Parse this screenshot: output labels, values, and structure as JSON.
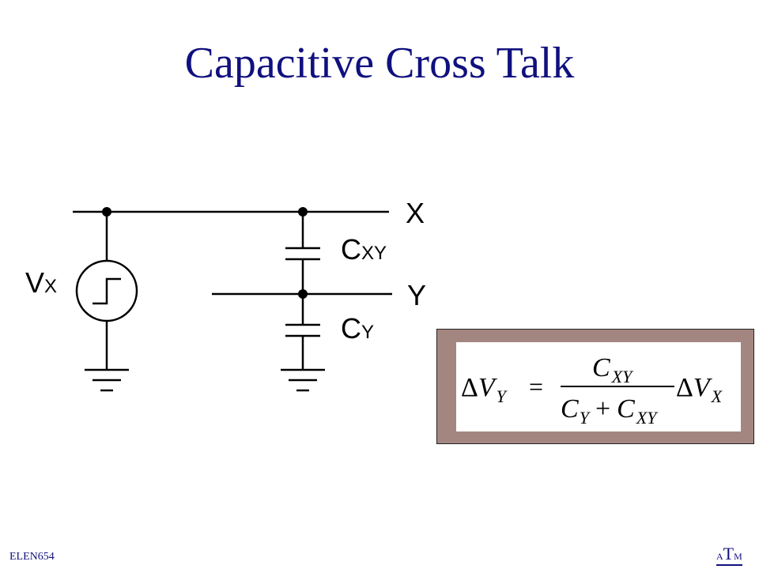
{
  "slide": {
    "title": "Capacitive Cross Talk",
    "footer": "ELEN654",
    "logo": {
      "a": "A",
      "t": "T",
      "m": "M"
    }
  },
  "diagram": {
    "node_x": "X",
    "node_y": "Y",
    "source_v": "V",
    "source_sub": "X",
    "cap_xy": "C",
    "cap_xy_sub": "XY",
    "cap_y": "C",
    "cap_y_sub": "Y"
  },
  "equation": {
    "delta": "Δ",
    "lhs_v": "V",
    "lhs_sub": "Y",
    "equals": "=",
    "num_c": "C",
    "num_sub": "XY",
    "den_c1": "C",
    "den_sub1": "Y",
    "plus": "+",
    "den_c2": "C",
    "den_sub2": "XY",
    "rhs_v": "V",
    "rhs_sub": "X"
  },
  "colors": {
    "title": "#10107f",
    "equation_frame": "#a48680"
  }
}
